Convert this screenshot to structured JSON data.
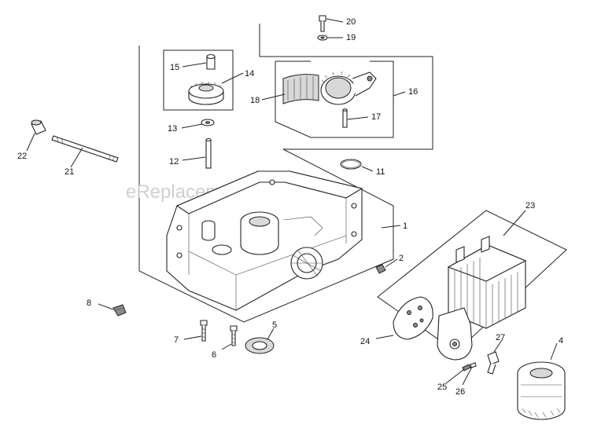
{
  "watermark": "eReplacementParts.com",
  "callouts": {
    "c1": "1",
    "c2": "2",
    "c4": "4",
    "c5": "5",
    "c6": "6",
    "c7": "7",
    "c8": "8",
    "c11": "11",
    "c12": "12",
    "c13": "13",
    "c14": "14",
    "c15": "15",
    "c16": "16",
    "c17": "17",
    "c18": "18",
    "c19": "19",
    "c20": "20",
    "c21": "21",
    "c22": "22",
    "c23": "23",
    "c24": "24",
    "c25": "25",
    "c26": "26",
    "c27": "27"
  }
}
